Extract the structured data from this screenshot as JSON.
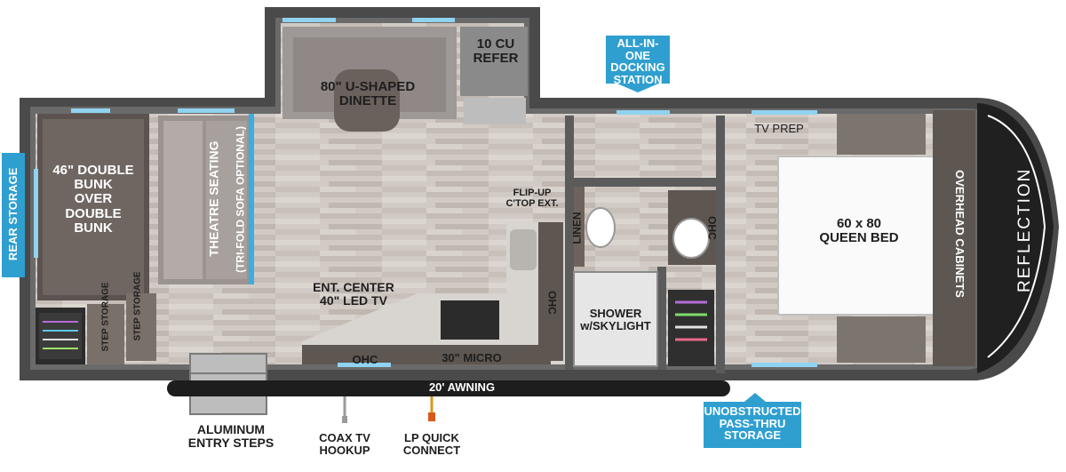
{
  "floorplan": {
    "brand": "REFLECTION",
    "rooms": {
      "refer": "10 CU\nREFER",
      "dinette": "80\" U-SHAPED\nDINETTE",
      "bunk": "46\" DOUBLE\nBUNK\nOVER\nDOUBLE\nBUNK",
      "theatre": "THEATRE SEATING",
      "theatre_note": "(TRI-FOLD SOFA OPTIONAL)",
      "tv_prep": "TV PREP",
      "flip_up": "FLIP-UP\nC'TOP EXT.",
      "linen": "LINEN",
      "ohc_bath": "OHC",
      "queen_bed": "60 x 80\nQUEEN BED",
      "overhead_cabinets": "OVERHEAD CABINETS",
      "ent_center": "ENT. CENTER\n40\" LED TV",
      "ohc_kitchen": "OHC",
      "ohc_counter": "OHC",
      "micro": "30\" MICRO",
      "shower": "SHOWER\nw/SKYLIGHT",
      "step_storage_1": "STEP\nSTORAGE",
      "step_storage_2": "STEP\nSTORAGE",
      "awning": "20' AWNING"
    },
    "exterior": {
      "aluminum_steps": "ALUMINUM\nENTRY STEPS",
      "coax": "COAX TV\nHOOKUP",
      "lp": "LP QUICK\nCONNECT"
    },
    "badges": {
      "docking": "ALL-IN-ONE\nDOCKING\nSTATION",
      "pass_thru": "UNOBSTRUCTED\nPASS-THRU\nSTORAGE",
      "rear_storage": "REAR STORAGE"
    },
    "colors": {
      "wall": "#5b5b5b",
      "floor": "#cfc8c2",
      "accent_blue": "#2f9fd0",
      "cabinet": "#6d635c",
      "window": "#8fd3f0"
    }
  }
}
